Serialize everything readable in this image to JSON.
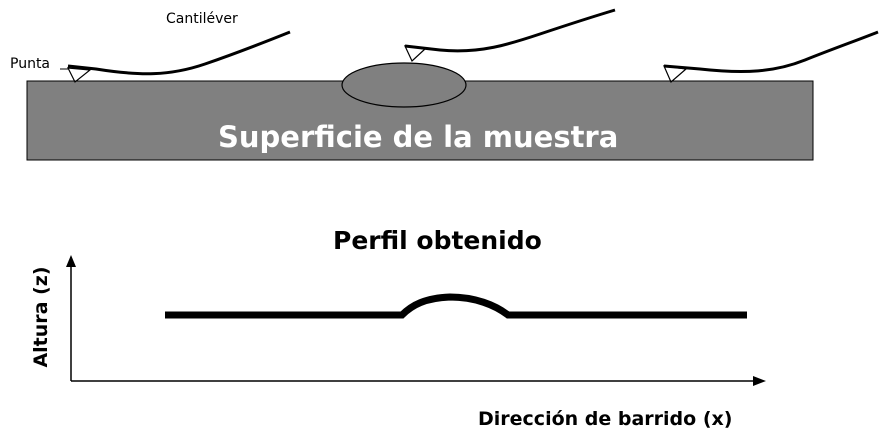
{
  "labels": {
    "cantilever": "Cantiléver",
    "tip": "Punta",
    "surface": "Superficie de la muestra",
    "profile_title": "Perfil obtenido",
    "y_axis": "Altura (z)",
    "x_axis": "Dirección de barrido (x)"
  },
  "colors": {
    "sample": "#808080",
    "bump": "#808080",
    "outline": "#000000",
    "surface_text": "#ffffff"
  }
}
